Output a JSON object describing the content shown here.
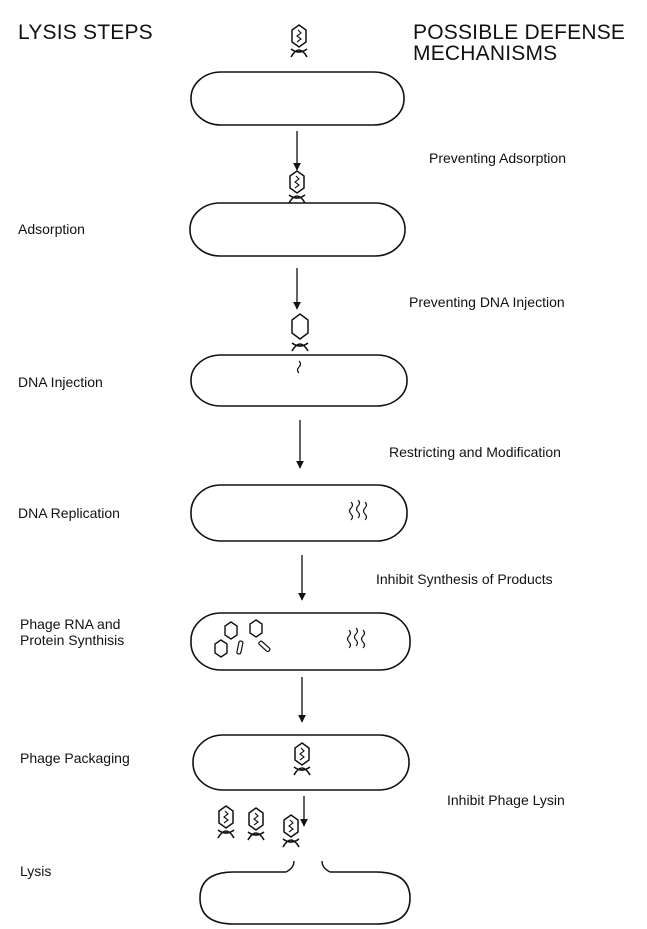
{
  "headings": {
    "left": "LYSIS STEPS",
    "right_line1": "POSSIBLE DEFENSE",
    "right_line2": "MECHANISMS"
  },
  "steps": [
    "Adsorption",
    "DNA Injection",
    "DNA Replication",
    "Phage RNA and",
    "Protein Synthisis",
    "Phage Packaging",
    "Lysis"
  ],
  "defenses": [
    "Preventing Adsorption",
    "Preventing DNA Injection",
    "Restricting and Modification",
    "Inhibit Synthesis of Products",
    "Inhibit Phage Lysin"
  ],
  "colors": {
    "ink": "#111111",
    "background": "#ffffff"
  }
}
